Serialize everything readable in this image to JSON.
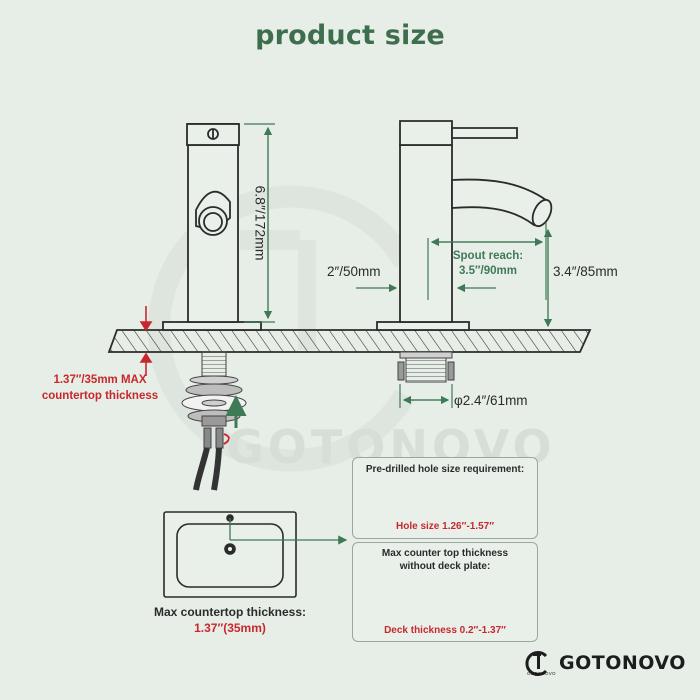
{
  "title": "product size",
  "watermark": "GOTONOVO",
  "dimensions": {
    "height": "6.8″/172mm",
    "base_width": "2″/50mm",
    "spout_reach_label": "Spout reach:",
    "spout_reach_value": "3.5″/90mm",
    "spout_height": "3.4″/85mm",
    "hole_diameter": "φ2.4″/61mm"
  },
  "countertop_note": {
    "line1": "1.37″/35mm MAX",
    "line2": "countertop thickness"
  },
  "max_countertop": {
    "label": "Max countertop thickness:",
    "value": "1.37″(35mm)"
  },
  "cards": [
    {
      "title": "Pre-drilled hole size requirement:",
      "detail": "Hole size 1.26″-1.57″"
    },
    {
      "title": "Max counter top thickness without deck plate:",
      "detail": "Deck thickness 0.2″-1.37″"
    }
  ],
  "brand": {
    "name": "GOTONOVO",
    "mark_text": "GOTONOVO"
  },
  "colors": {
    "background": "#e6eee7",
    "accent_green": "#3f7a57",
    "accent_red": "#c8282d",
    "line": "#2b2b2b"
  }
}
